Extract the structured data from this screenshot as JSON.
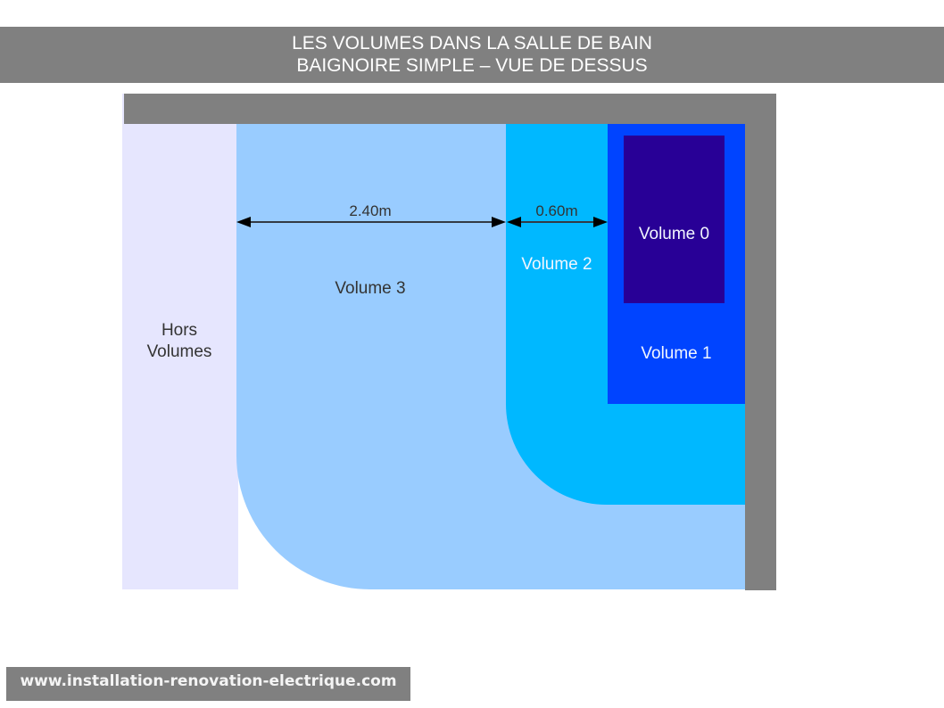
{
  "title": {
    "line1": "LES VOLUMES DANS LA SALLE DE BAIN",
    "line2": "BAIGNOIRE SIMPLE – VUE DE DESSUS"
  },
  "zones": {
    "hors_volumes": {
      "line1": "Hors",
      "line2": "Volumes",
      "color": "#e6e6fe"
    },
    "volume_3": {
      "label": "Volume 3",
      "color": "#99ccff"
    },
    "volume_2": {
      "label": "Volume 2",
      "color": "#00b8ff"
    },
    "volume_1": {
      "label": "Volume 1",
      "color": "#0044ff"
    },
    "volume_0": {
      "label": "Volume 0",
      "color": "#280096"
    },
    "wall": {
      "color": "#808080"
    }
  },
  "dimensions": {
    "volume_3_width": "2.40m",
    "volume_2_width": "0.60m"
  },
  "footer": {
    "website": "www.installation-renovation-electrique.com"
  }
}
